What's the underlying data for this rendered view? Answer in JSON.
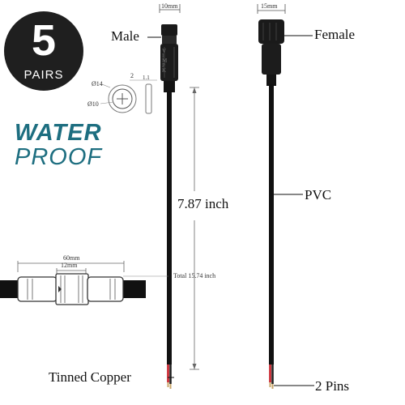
{
  "badge": {
    "number": "5",
    "label": "PAIRS"
  },
  "waterproof": {
    "line1": "WATER",
    "line2": "PROOF"
  },
  "male": {
    "label": "Male",
    "width": "10mm",
    "brand": "VIMPK"
  },
  "female": {
    "label": "Female",
    "width": "15mm"
  },
  "cross_section": {
    "outer": "Ø14",
    "inner": "Ø10",
    "thickness": "2",
    "side": "1.1"
  },
  "length_label": "7.87 inch",
  "pvc_label": "PVC",
  "assembled": {
    "overall": "60mm",
    "center": "12mm",
    "total": "Total 15.74 inch"
  },
  "tinned_label": "Tinned Copper",
  "pins_label": "2 Pins",
  "colors": {
    "accent": "#1d6e80",
    "cable": "#111111",
    "red_wire": "#c8202a"
  }
}
